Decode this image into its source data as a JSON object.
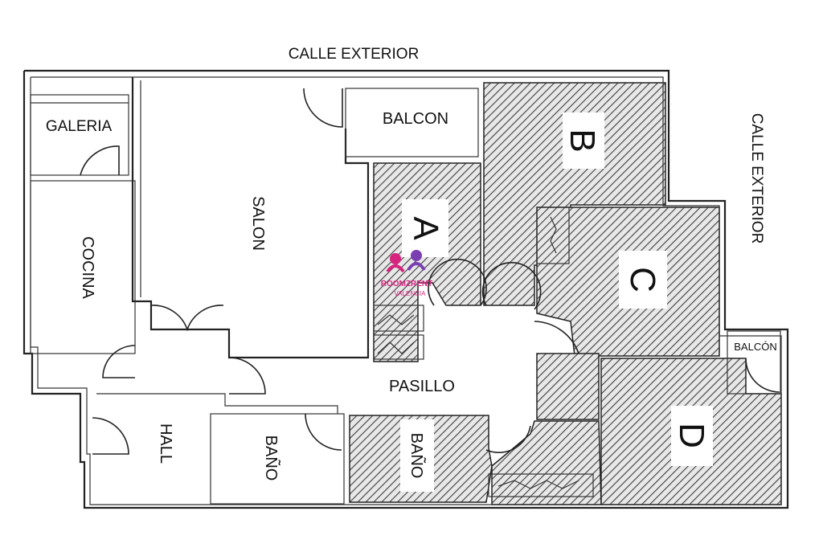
{
  "plan": {
    "street_top": "CALLE EXTERIOR",
    "street_right": "CALLE EXTERIOR",
    "rooms": {
      "galeria": "GALERIA",
      "balcon": "BALCON",
      "salon": "SALON",
      "cocina": "COCINA",
      "hall": "HALL",
      "pasillo": "PASILLO",
      "bano_left": "BAÑO",
      "bano_right": "BAÑO",
      "balcon_small": "BALCÓN",
      "room_a": "A",
      "room_b": "B",
      "room_c": "C",
      "room_d": "D"
    },
    "watermark": {
      "line1": "ROOMZRENT",
      "line2": "VALENCIA"
    }
  },
  "colors": {
    "hatch": "#555555",
    "wall": "#222222",
    "label_box": "#ffffff",
    "watermark": "#d6247f"
  }
}
